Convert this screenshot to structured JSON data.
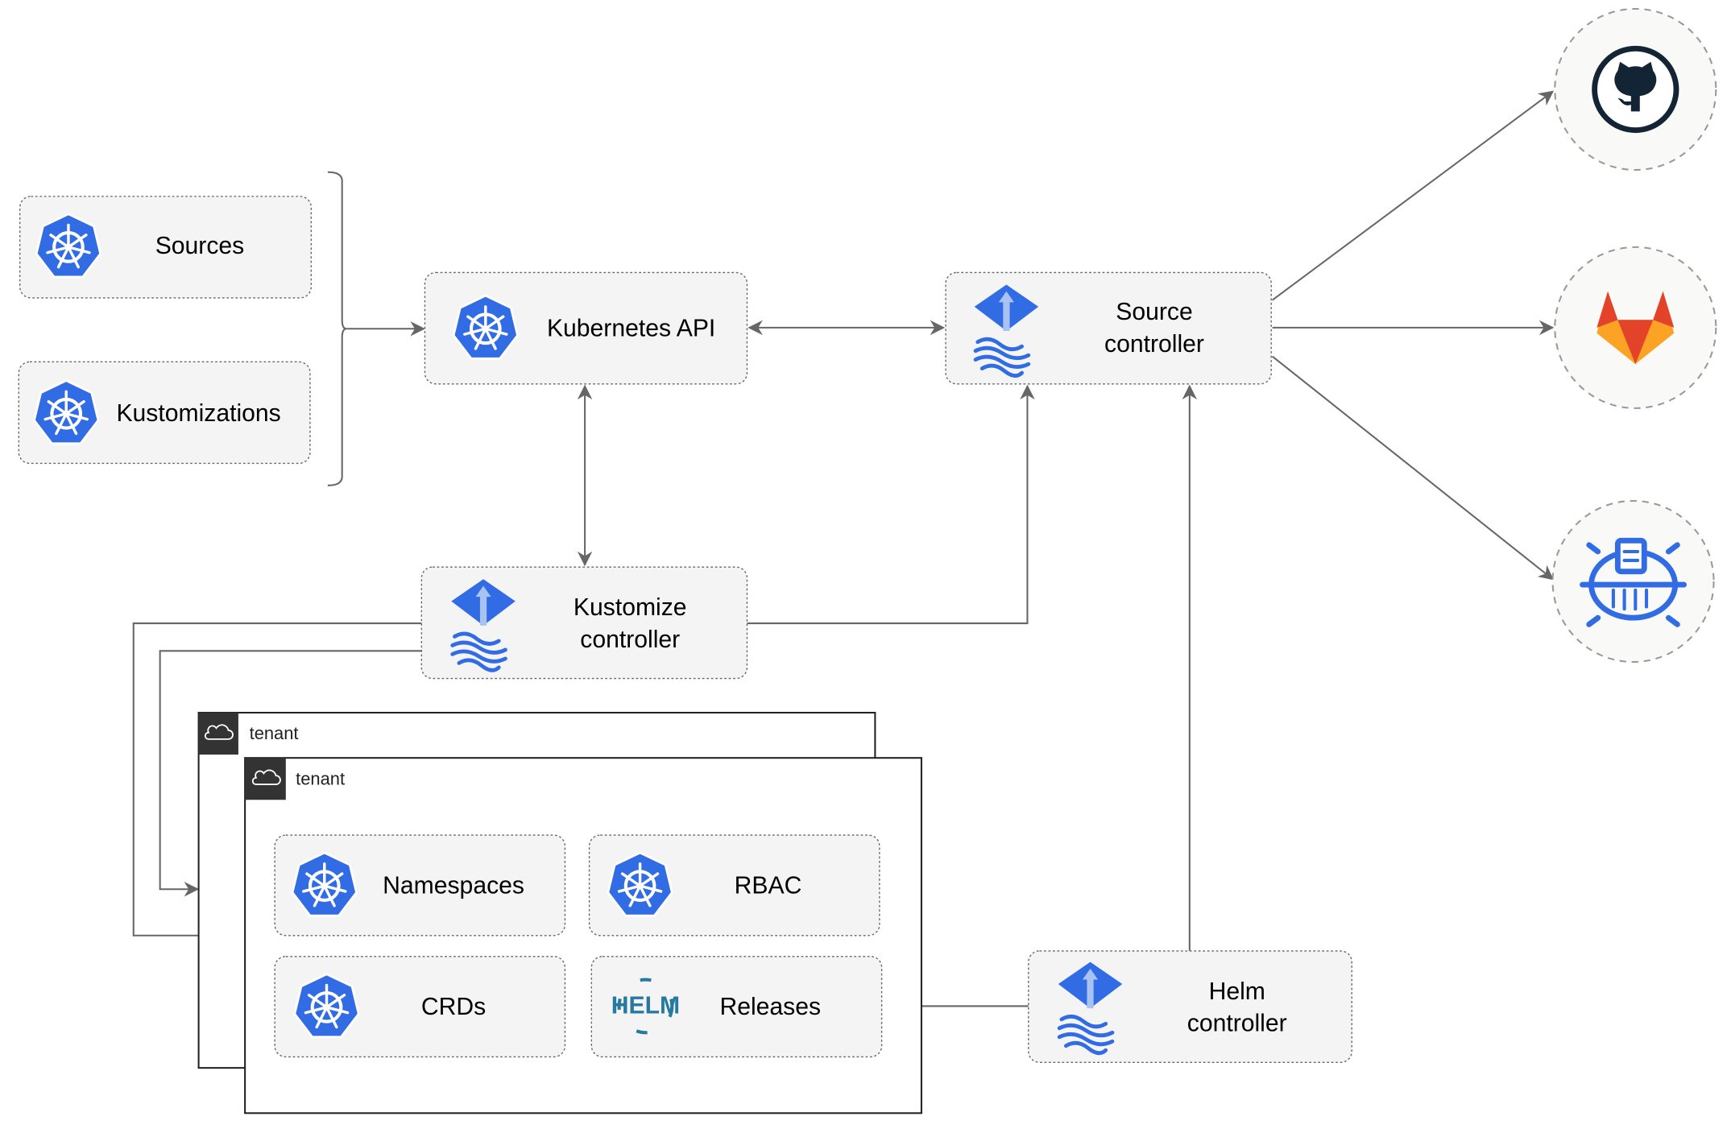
{
  "nodes": {
    "sources": "Sources",
    "kustomizations": "Kustomizations",
    "kubernetes_api": "Kubernetes API",
    "source_controller": [
      "Source",
      "controller"
    ],
    "kustomize_controller": [
      "Kustomize",
      "controller"
    ],
    "helm_controller": [
      "Helm",
      "controller"
    ],
    "namespaces": "Namespaces",
    "rbac": "RBAC",
    "crds": "CRDs",
    "releases": "Releases"
  },
  "tenants": [
    "tenant",
    "tenant"
  ],
  "helm_logo_text": "HELM",
  "external": [
    "github-icon",
    "gitlab-icon",
    "helm-repository-icon"
  ],
  "colors": {
    "k8s_blue": "#326ce5",
    "helm_blue": "#277a9f",
    "gitlab_orange": "#e24329",
    "github_dark": "#132435"
  }
}
